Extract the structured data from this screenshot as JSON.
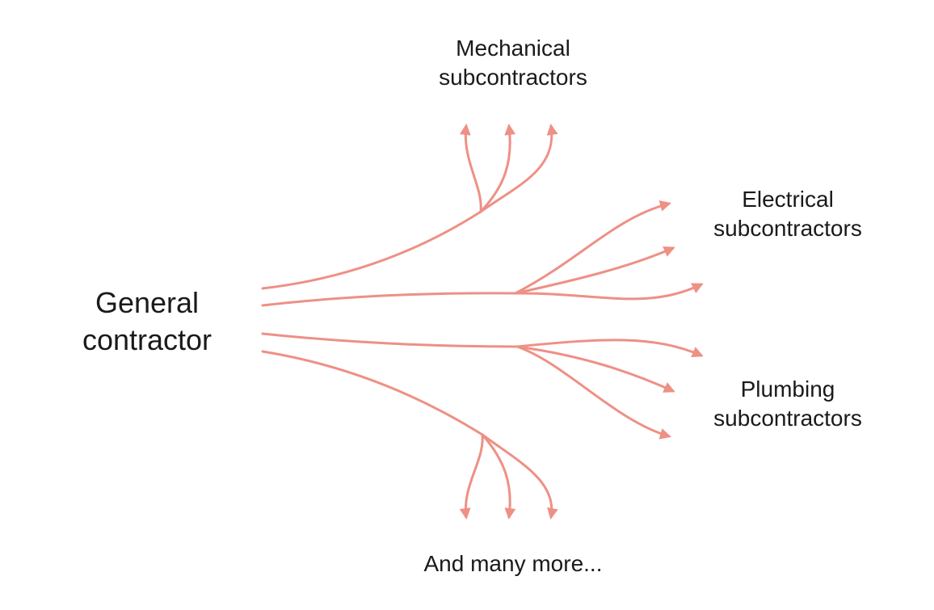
{
  "diagram": {
    "root": {
      "line1": "General",
      "line2": "contractor"
    },
    "branches": {
      "mechanical": {
        "line1": "Mechanical",
        "line2": "subcontractors"
      },
      "electrical": {
        "line1": "Electrical",
        "line2": "subcontractors"
      },
      "plumbing": {
        "line1": "Plumbing",
        "line2": "subcontractors"
      },
      "more": {
        "line1": "And many more..."
      }
    },
    "colors": {
      "arrow": "#ee9085",
      "text": "#1a1a1a",
      "background": "#ffffff"
    }
  }
}
